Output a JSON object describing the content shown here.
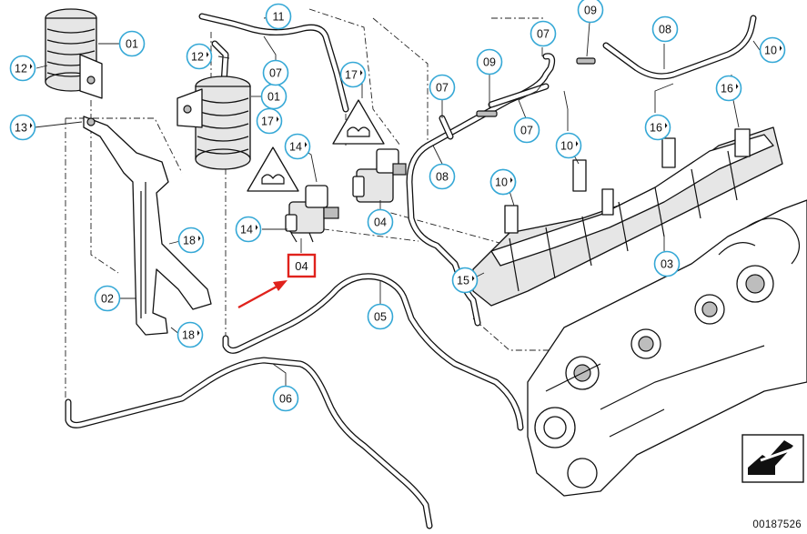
{
  "diagram": {
    "reference_number": "00187526",
    "highlighted_label": "04",
    "accent_color": "#e0221c",
    "callout_color": "#35a8d6",
    "callouts": [
      {
        "id": "c-01-a",
        "label": "01",
        "marked": false
      },
      {
        "id": "c-01-b",
        "label": "01",
        "marked": false
      },
      {
        "id": "c-02",
        "label": "02",
        "marked": false
      },
      {
        "id": "c-03",
        "label": "03",
        "marked": false
      },
      {
        "id": "c-04",
        "label": "04",
        "marked": false
      },
      {
        "id": "c-05",
        "label": "05",
        "marked": false
      },
      {
        "id": "c-06",
        "label": "06",
        "marked": false
      },
      {
        "id": "c-07-a",
        "label": "07",
        "marked": false
      },
      {
        "id": "c-07-b",
        "label": "07",
        "marked": false
      },
      {
        "id": "c-07-c",
        "label": "07",
        "marked": false
      },
      {
        "id": "c-07-d",
        "label": "07",
        "marked": false
      },
      {
        "id": "c-08-a",
        "label": "08",
        "marked": false
      },
      {
        "id": "c-08-b",
        "label": "08",
        "marked": false
      },
      {
        "id": "c-09-a",
        "label": "09",
        "marked": false
      },
      {
        "id": "c-09-b",
        "label": "09",
        "marked": false
      },
      {
        "id": "c-10-a",
        "label": "10",
        "marked": true
      },
      {
        "id": "c-10-b",
        "label": "10",
        "marked": true
      },
      {
        "id": "c-10-c",
        "label": "10",
        "marked": true
      },
      {
        "id": "c-10-d",
        "label": "10",
        "marked": true
      },
      {
        "id": "c-11",
        "label": "11",
        "marked": false
      },
      {
        "id": "c-12-a",
        "label": "12",
        "marked": true
      },
      {
        "id": "c-12-b",
        "label": "12",
        "marked": true
      },
      {
        "id": "c-13",
        "label": "13",
        "marked": true
      },
      {
        "id": "c-14-a",
        "label": "14",
        "marked": true
      },
      {
        "id": "c-14-b",
        "label": "14",
        "marked": true
      },
      {
        "id": "c-15",
        "label": "15",
        "marked": true
      },
      {
        "id": "c-16-a",
        "label": "16",
        "marked": true
      },
      {
        "id": "c-16-b",
        "label": "16",
        "marked": true
      },
      {
        "id": "c-17-a",
        "label": "17",
        "marked": true
      },
      {
        "id": "c-17-b",
        "label": "17",
        "marked": true
      },
      {
        "id": "c-18-a",
        "label": "18",
        "marked": true
      },
      {
        "id": "c-18-b",
        "label": "18",
        "marked": true
      }
    ]
  }
}
